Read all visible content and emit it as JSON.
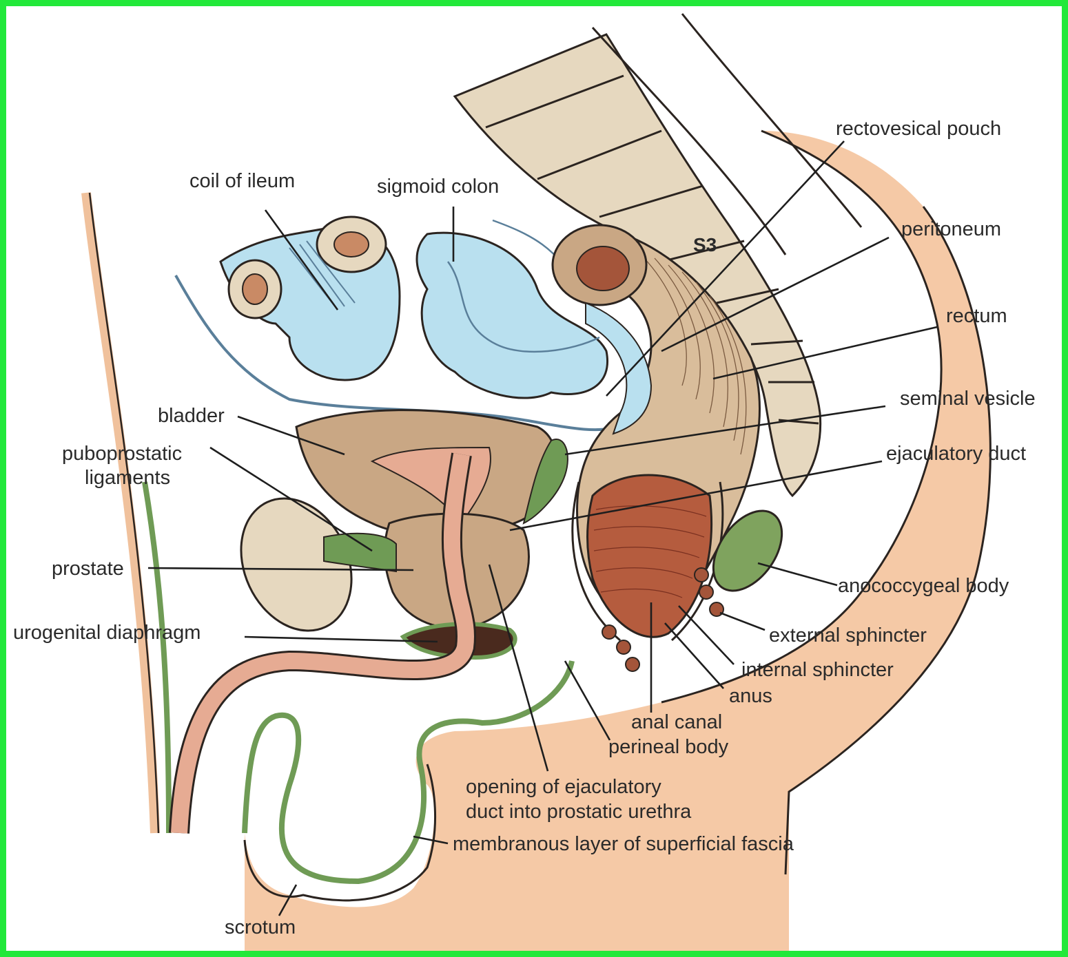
{
  "colors": {
    "frame": "#22e83a",
    "skin": "#f5c9a6",
    "bone": "#e6d8bf",
    "intestine": "#b9e0ef",
    "bladder": "#c9a784",
    "rectum_wall": "#d9bd9b",
    "muscle": "#b55c3e",
    "fascia_green": "#6f9b55",
    "urethra": "#e6ab93",
    "outline": "#2b2420"
  },
  "labels": {
    "coil_of_ileum": "coil of  ileum",
    "sigmoid_colon": "sigmoid colon",
    "s3": "S3",
    "rectovesical_pouch": "rectovesical pouch",
    "peritoneum": "peritoneum",
    "rectum": "rectum",
    "seminal_vesicle": "seminal vesicle",
    "ejaculatory_duct": "ejaculatory duct",
    "bladder": "bladder",
    "puboprostatic_line1": "puboprostatic",
    "puboprostatic_line2": "ligaments",
    "prostate": "prostate",
    "urogenital_diaphragm": "urogenital diaphragm",
    "anococcygeal_body": "anococcygeal body",
    "external_sphincter": "external sphincter",
    "internal_sphincter": "internal sphincter",
    "anus": "anus",
    "anal_canal": "anal canal",
    "perineal_body": "perineal body",
    "opening_line1": "opening of ejaculatory",
    "opening_line2": "duct into prostatic urethra",
    "membranous_layer": "membranous layer of superficial fascia",
    "scrotum": "scrotum"
  }
}
